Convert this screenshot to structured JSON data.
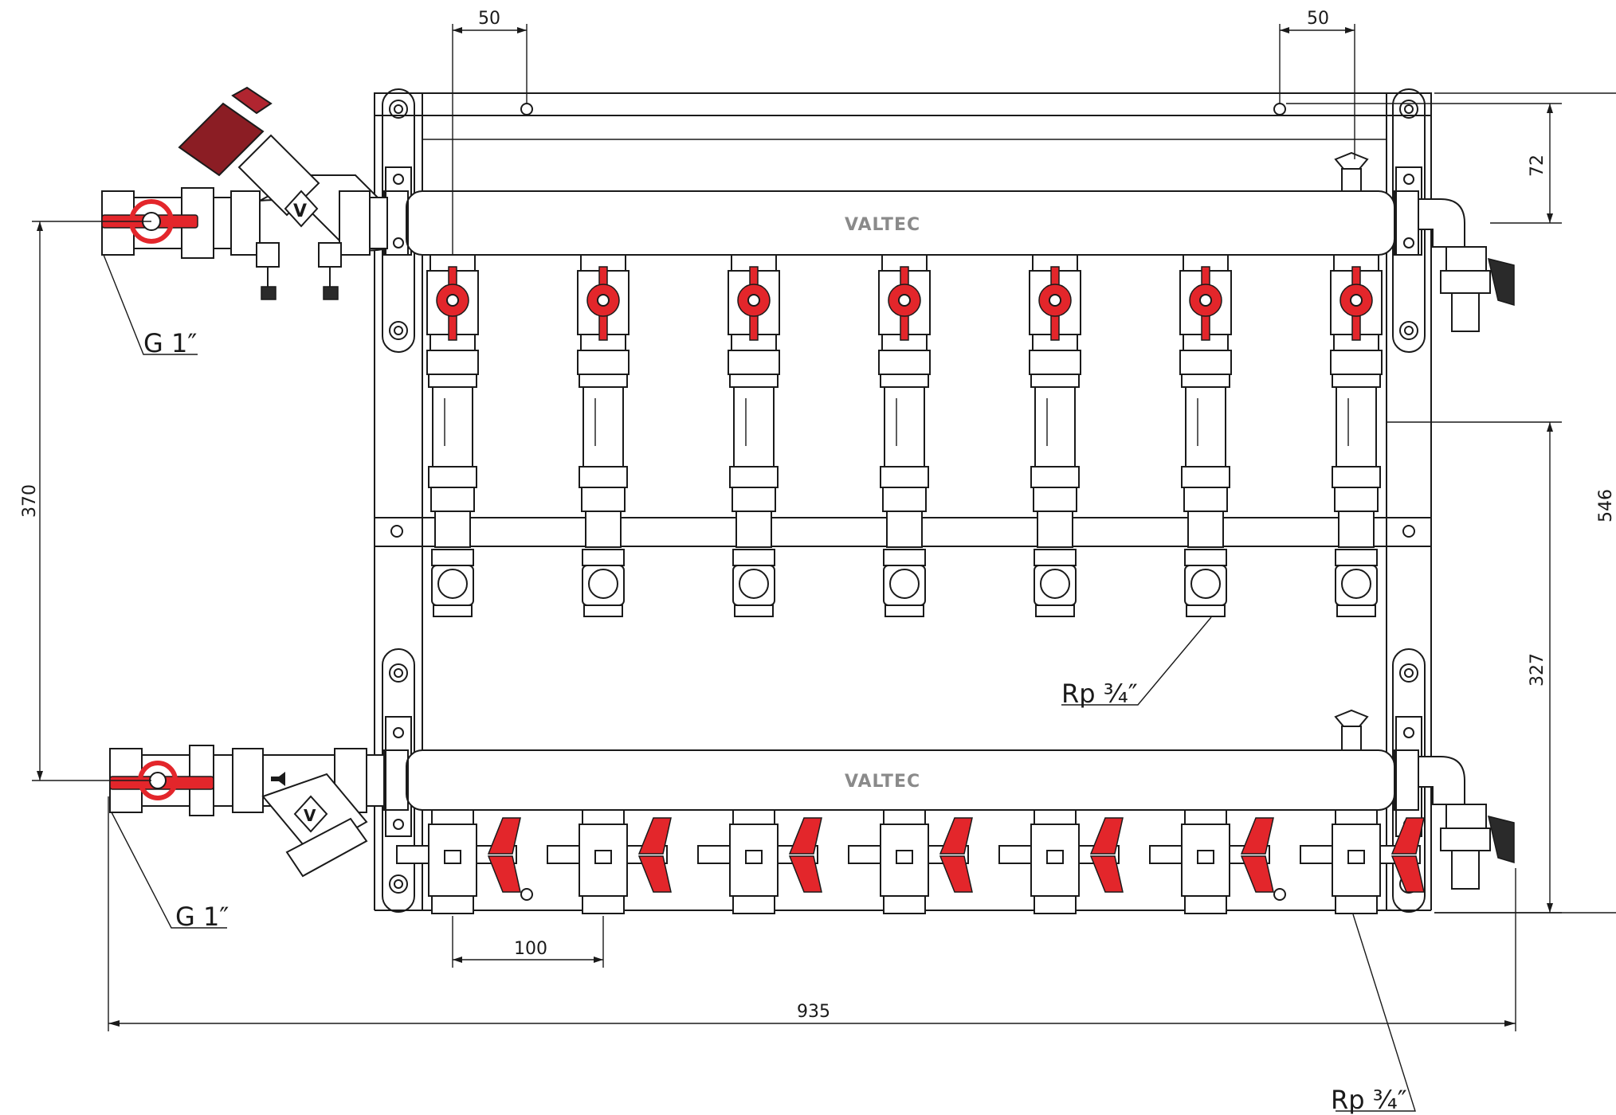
{
  "brand": "VALTEC",
  "colors": {
    "line": "#1a1a1a",
    "handle_red": "#e3262b",
    "brand_grey": "#8a8a8a",
    "background": "#ffffff"
  },
  "outlets_per_manifold": 7,
  "dimensions": {
    "top_left_offset": "50",
    "top_right_offset": "50",
    "inlet_spacing": "370",
    "top_offset": "72",
    "overall_height": "546",
    "lower_height": "327",
    "outlet_spacing": "100",
    "overall_width": "935"
  },
  "labels": {
    "inlet_top": "G 1″",
    "inlet_bottom": "G 1″",
    "outlet_mid": "Rp ¾″",
    "outlet_bottom": "Rp ¾″"
  },
  "icons": [
    "ball-valve-icon",
    "strainer-icon",
    "balancing-valve-icon",
    "air-vent-icon",
    "drain-valve-icon",
    "flow-meter-icon",
    "butterfly-handle-icon"
  ]
}
